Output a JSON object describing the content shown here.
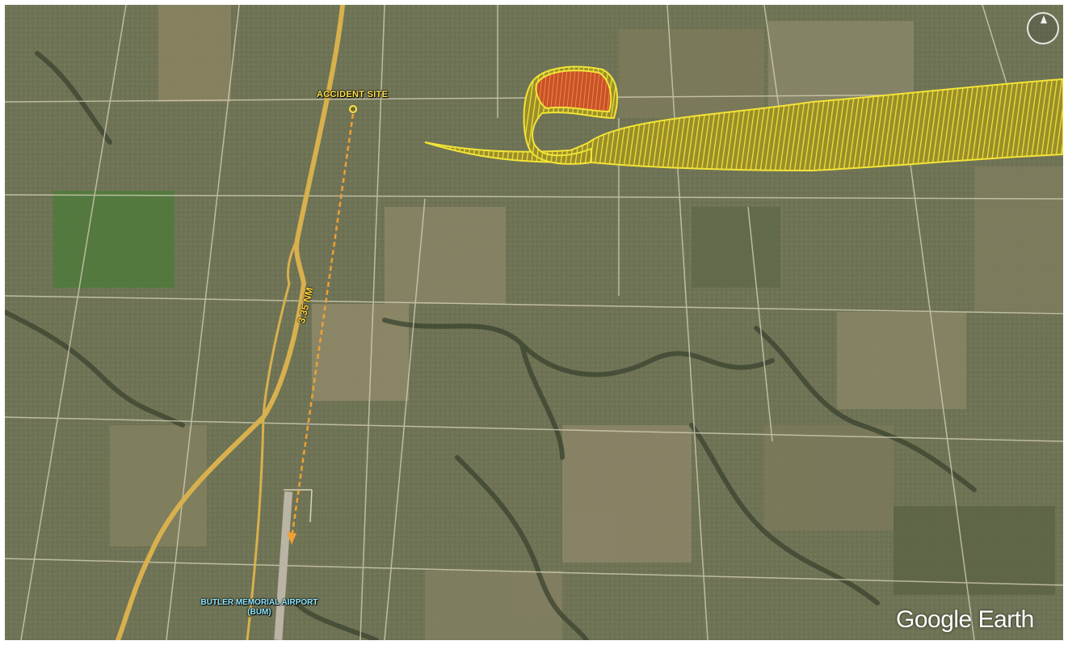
{
  "labels": {
    "accident_site": "ACCIDENT SITE",
    "distance": "3.35 NM",
    "airport_line1": "BUTLER MEMORIAL AIRPORT",
    "airport_line2": "(BUM)"
  },
  "brand": "Google Earth",
  "compass": {
    "label": "N",
    "icon": "compass-icon"
  },
  "colors": {
    "track": "#f2e437",
    "track_fill": "#d9c934",
    "track_loop_inside": "#e0743a",
    "highway": "#d8b04e",
    "distance_line": "#f0a032",
    "roads": "#d9d3bc",
    "terrain": "#6f7355"
  }
}
